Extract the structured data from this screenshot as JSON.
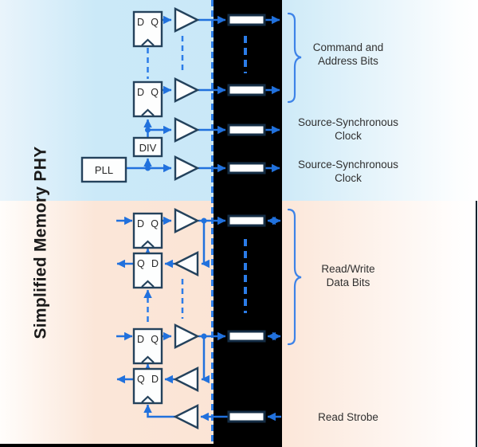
{
  "title": "Simplified Memory PHY",
  "components": {
    "ff_d": "D",
    "ff_q": "Q",
    "div": "DIV",
    "pll": "PLL"
  },
  "labels": {
    "command_address": {
      "line1": "Command and",
      "line2": "Address Bits"
    },
    "source_sync_clock_1": {
      "line1": "Source-Synchronous",
      "line2": "Clock"
    },
    "source_sync_clock_2": {
      "line1": "Source-Synchronous",
      "line2": "Clock"
    },
    "read_write_data": {
      "line1": "Read/Write",
      "line2": "Data Bits"
    },
    "read_strobe": "Read Strobe"
  },
  "colors": {
    "wire_blue": "#2171dd",
    "dashed_blue": "#2d7ee8",
    "region_top_blue": "#c9e8f7",
    "region_bottom_peach": "#fbe4d5",
    "channel_black": "#000000",
    "component_border": "#24425c",
    "label_text": "#303030"
  }
}
